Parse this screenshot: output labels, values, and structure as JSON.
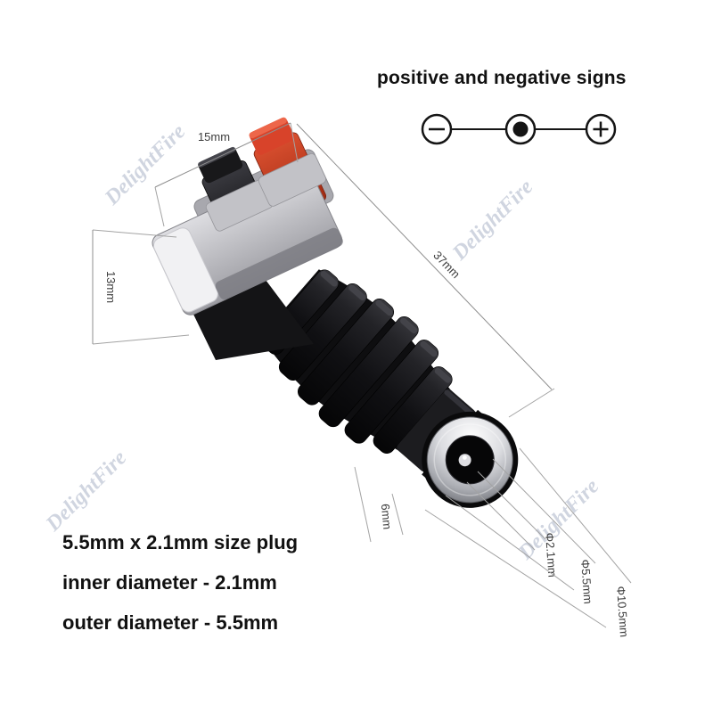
{
  "polarity": {
    "title": "positive and negative signs",
    "symbols": {
      "minus": "−",
      "plus": "+",
      "center": "dot"
    }
  },
  "watermark": {
    "text": "DelightFire",
    "color": "#aab4c8"
  },
  "dimensions": {
    "top_width": "15mm",
    "block_height": "13mm",
    "body_length": "37mm",
    "barrel_length": "6mm",
    "pin_diameter": "Φ2.1mm",
    "inner_diameter": "Φ5.5mm",
    "outer_diameter": "Φ10.5mm"
  },
  "caption": {
    "line1": "5.5mm x 2.1mm size plug",
    "line2": "inner diameter - 2.1mm",
    "line3": "outer diameter - 5.5mm"
  },
  "colors": {
    "button_red": "#d8432a",
    "button_black": "#18181a",
    "terminal_block_gray": "#b9b9bf",
    "body_black": "#131315",
    "metal_ring": "#cfd1d6"
  }
}
